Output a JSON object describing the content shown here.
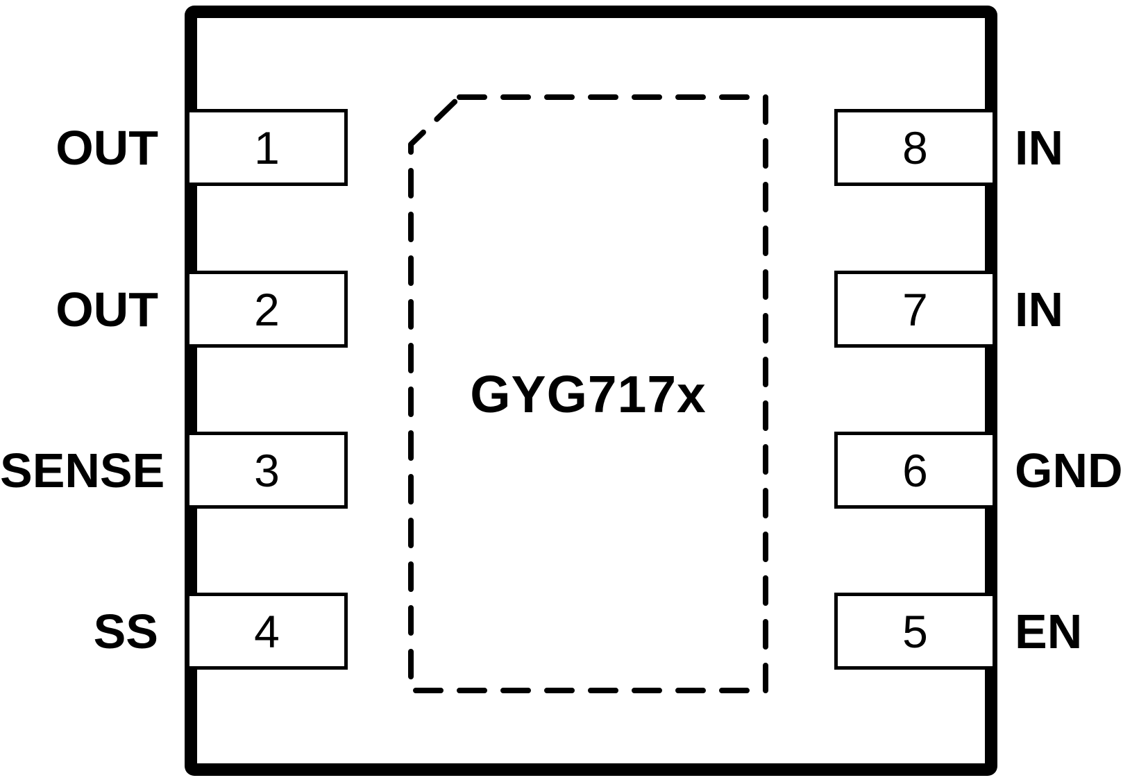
{
  "diagram": {
    "part_number": "GYG717x",
    "package": {
      "left_pins": [
        {
          "number": "1",
          "label": "OUT"
        },
        {
          "number": "2",
          "label": "OUT"
        },
        {
          "number": "3",
          "label": "SENSE"
        },
        {
          "number": "4",
          "label": "SS"
        }
      ],
      "right_pins": [
        {
          "number": "8",
          "label": "IN"
        },
        {
          "number": "7",
          "label": "IN"
        },
        {
          "number": "6",
          "label": "GND"
        },
        {
          "number": "5",
          "label": "EN"
        }
      ]
    },
    "colors": {
      "line": "#000000",
      "background": "#ffffff"
    }
  }
}
